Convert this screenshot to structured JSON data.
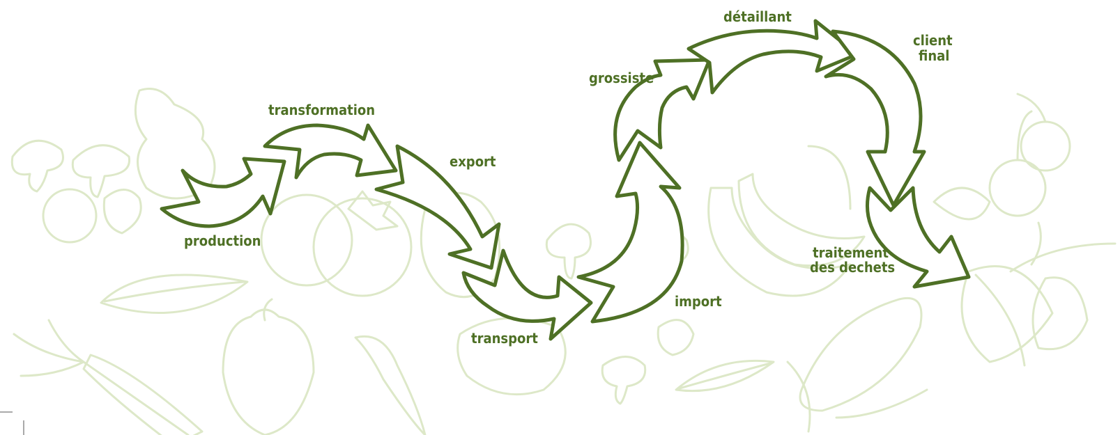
{
  "colors": {
    "arrow": "#4e7025",
    "label": "#4e7025",
    "background_sketch": "#dde8c8"
  },
  "stages": {
    "production": "production",
    "transformation": "transformation",
    "export": "export",
    "transport": "transport",
    "import": "import",
    "grossiste": "grossiste",
    "detaillant": "détaillant",
    "client_line1": "client",
    "client_line2": "final",
    "traitement_line1": "traitement",
    "traitement_line2": "des dechets"
  }
}
